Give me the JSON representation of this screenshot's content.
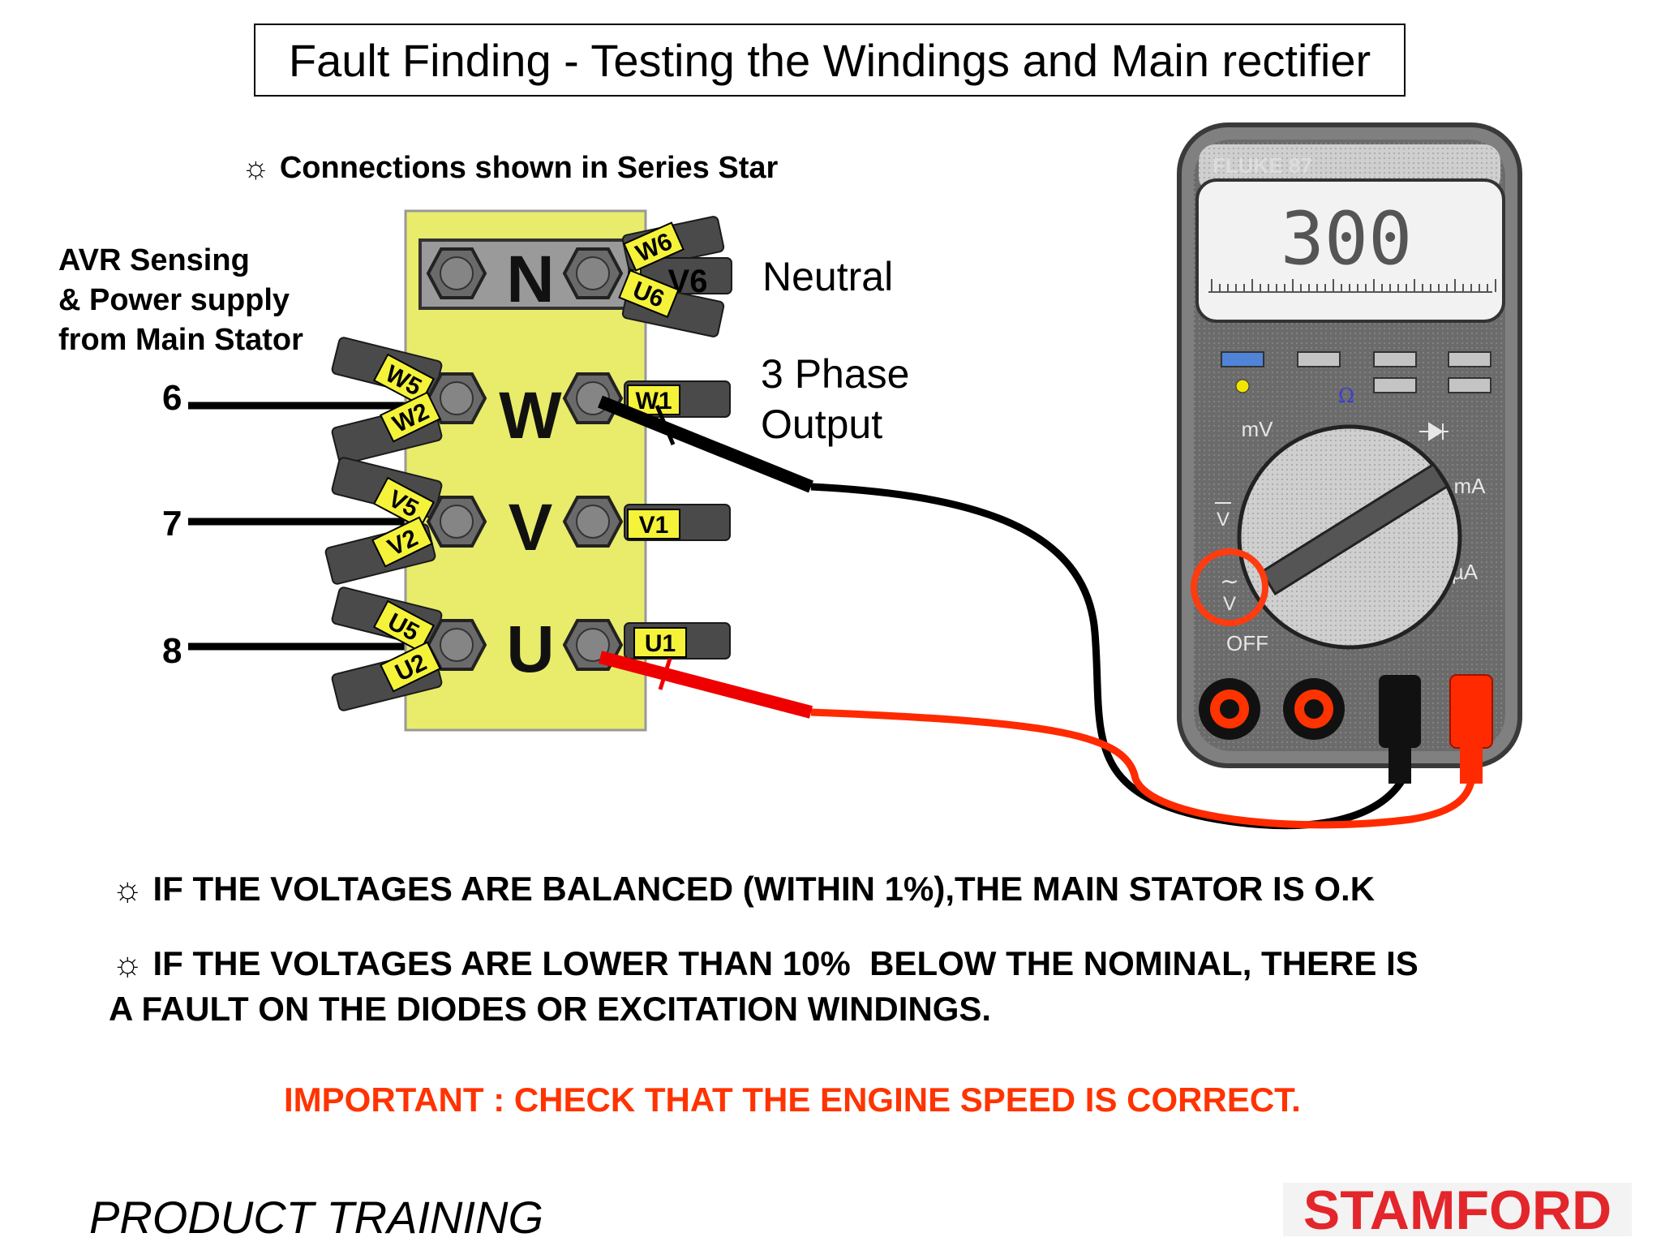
{
  "title": "Fault Finding - Testing the Windings and Main rectifier",
  "note_series_star": "Connections shown in Series Star",
  "avr_label": [
    "AVR Sensing",
    "& Power supply",
    "from Main Stator"
  ],
  "sensing_wires": [
    "6",
    "7",
    "8"
  ],
  "terminal_block": {
    "rows": [
      "N",
      "W",
      "V",
      "U"
    ],
    "left_tags": [
      "W5",
      "W2",
      "V5",
      "V2",
      "U5",
      "U2"
    ],
    "right_tags": [
      "W6",
      "V6",
      "U6",
      "W1",
      "V1",
      "U1"
    ]
  },
  "labels": {
    "neutral": "Neutral",
    "output_line1": "3 Phase",
    "output_line2": "Output"
  },
  "meter": {
    "brand": "FLUKE 87",
    "reading": "300",
    "dial": {
      "ohm": "Ω",
      "mv": "mV",
      "ma": "mA",
      "ua": "µA",
      "off": "OFF",
      "vdc": "V",
      "vac": "V"
    },
    "selected_mode": "AC volts"
  },
  "bullets": [
    "IF THE VOLTAGES ARE BALANCED (WITHIN 1%),THE MAIN STATOR IS O.K",
    "IF THE VOLTAGES ARE LOWER THAN 10%  BELOW THE NOMINAL, THERE IS",
    "A FAULT ON THE DIODES OR EXCITATION WINDINGS."
  ],
  "important": "IMPORTANT : CHECK THAT THE ENGINE SPEED IS CORRECT.",
  "footer_left": "PRODUCT TRAINING",
  "footer_logo": "STAMFORD",
  "colors": {
    "block": "#e8ec6a",
    "tag": "#f5f23a",
    "meter_body": "#6e6e6e",
    "red_lead": "#ff2a00",
    "important": "#ff3300",
    "logo_red": "#e3262b"
  }
}
